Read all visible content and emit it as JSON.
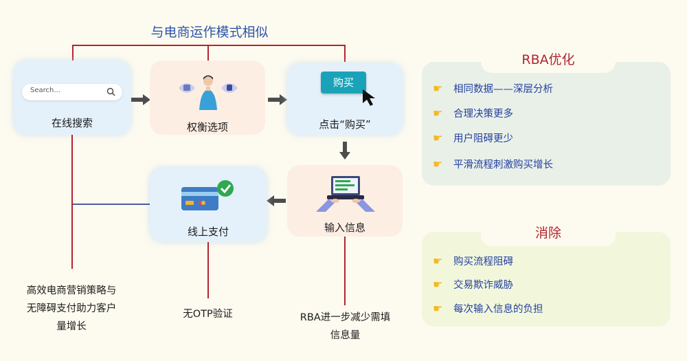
{
  "flow": {
    "top_title": "与电商运作模式相似",
    "search": {
      "placeholder": "Search...",
      "label": "在线搜索"
    },
    "weigh": {
      "label": "权衡选项"
    },
    "buy": {
      "button_label": "购买",
      "label": "点击“购买”"
    },
    "input": {
      "label": "输入信息"
    },
    "pay": {
      "label": "线上支付"
    }
  },
  "notes": {
    "left": [
      "高效电商营销策略与",
      "无障碍支付助力客户",
      "量增长"
    ],
    "middle": "无OTP验证",
    "right": [
      "RBA进一步减少需填",
      "信息量"
    ]
  },
  "rba_panel": {
    "title": "RBA优化",
    "items": [
      "相同数据——深层分析",
      "合理决策更多",
      "用户阻碍更少",
      "平滑流程刺激购买增长"
    ]
  },
  "eliminate_panel": {
    "title": "消除",
    "items": [
      "购买流程阻碍",
      "交易欺诈威胁",
      "每次输入信息的负担"
    ]
  },
  "colors": {
    "accent_red": "#b3232f",
    "title_blue": "#2d55a8",
    "item_blue": "#2440a0",
    "connector_navy": "#4a5aa0",
    "buy_button": "#1aa3b8",
    "check_green": "#2fa84f",
    "rba_panel_bg": "#e9f0e8",
    "eliminate_panel_bg": "#f2f7dc"
  }
}
